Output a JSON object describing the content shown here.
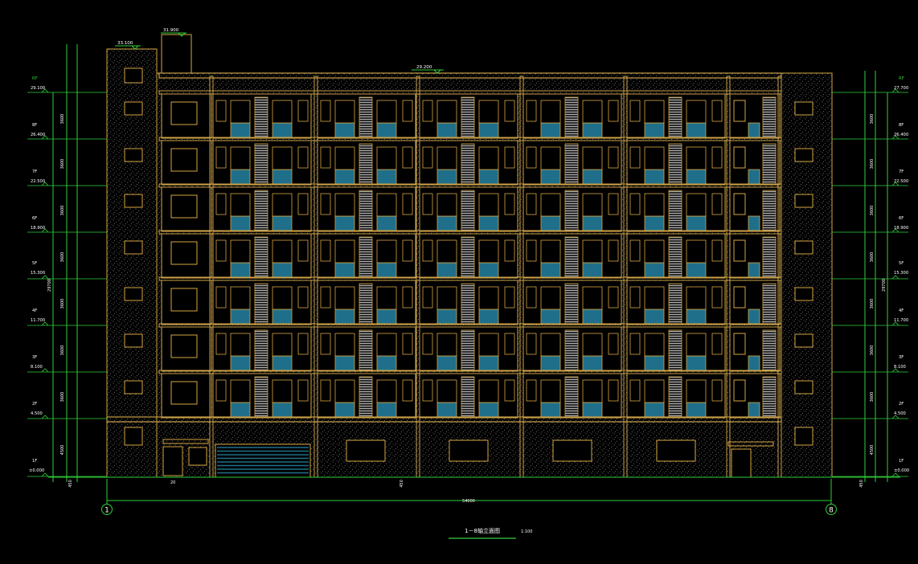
{
  "colors": {
    "background": "#000000",
    "outline": "#d6a642",
    "band": "#c9a04a",
    "glass": "#1f6f8a",
    "dimension": "#2fcf3a",
    "text": "#ffffff",
    "stipple": "#9a9a9a"
  },
  "elevations": {
    "top_left": "33.100",
    "top_mid": "31.900",
    "roof_center": "29.200",
    "left": [
      {
        "floor": "RF",
        "level": "29.100"
      },
      {
        "floor": "8F",
        "level": "26.400"
      },
      {
        "floor": "7F",
        "level": "22.500"
      },
      {
        "floor": "6F",
        "level": "18.900"
      },
      {
        "floor": "5F",
        "level": "15.300"
      },
      {
        "floor": "4F",
        "level": "11.700"
      },
      {
        "floor": "3F",
        "level": "8.100"
      },
      {
        "floor": "2F",
        "level": "4.500"
      },
      {
        "floor": "1F",
        "level": "±0.000"
      }
    ],
    "right": [
      {
        "floor": "RF",
        "level": "27.700"
      },
      {
        "floor": "8F",
        "level": "26.400"
      },
      {
        "floor": "7F",
        "level": "22.500"
      },
      {
        "floor": "6F",
        "level": "18.900"
      },
      {
        "floor": "5F",
        "level": "15.300"
      },
      {
        "floor": "4F",
        "level": "11.700"
      },
      {
        "floor": "3F",
        "level": "8.100"
      },
      {
        "floor": "2F",
        "level": "4.500"
      },
      {
        "floor": "1F",
        "level": "±0.000"
      }
    ]
  },
  "dims": {
    "story": [
      "3600",
      "3600",
      "3600",
      "3600",
      "3600",
      "3600",
      "3600",
      "4500"
    ],
    "total": "29700",
    "base_left": "450",
    "base_mid": "450",
    "base_under": "20",
    "overall_width": "54000"
  },
  "grid": {
    "left": "1",
    "right": "8"
  },
  "title": {
    "main": "1－8轴立面图",
    "scale": "1:100"
  }
}
